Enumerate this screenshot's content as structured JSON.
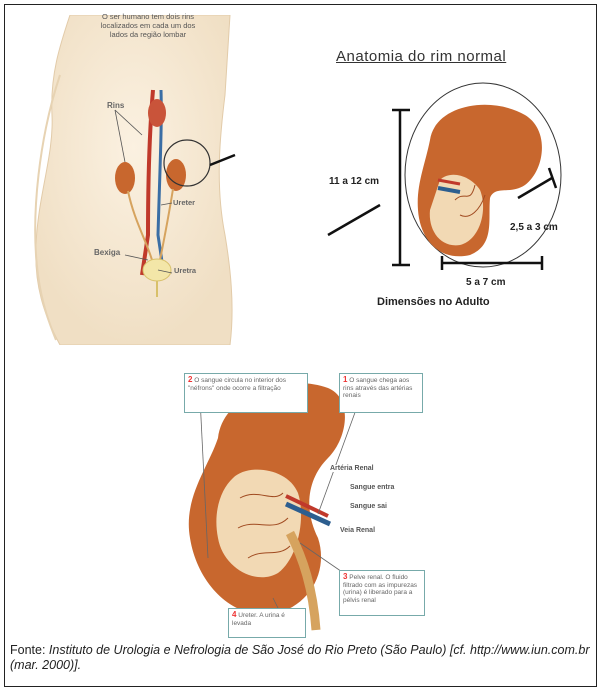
{
  "body_figure": {
    "note": "O ser humano tem dois rins localizados em cada um dos lados da região lombar",
    "labels": {
      "rins": "Rins",
      "ureter": "Ureter",
      "bexiga": "Bexiga",
      "uretra": "Uretra"
    }
  },
  "anatomy": {
    "title": "Anatomia do rim normal",
    "height": "11 a 12 cm",
    "thickness": "2,5 a 3 cm",
    "width": "5 a 7 cm",
    "caption": "Dimensões no Adulto"
  },
  "detail": {
    "box1": {
      "num": "1",
      "text": "O sangue chega aos rins através das artérias renais"
    },
    "box2": {
      "num": "2",
      "text": "O sangue circula no interior dos \"néfrons\" onde ocorre a filtração"
    },
    "box3": {
      "num": "3",
      "text": "Pelve renal. O fluido filtrado com as impurezas (urina) é liberado para a pélvis renal"
    },
    "box4": {
      "num": "4",
      "text": "Ureter. A urina é levada"
    },
    "tags": {
      "arteria": "Artéria Renal",
      "entra": "Sangue entra",
      "sai": "Sangue sai",
      "veia": "Veia Renal"
    }
  },
  "source": {
    "prefix": "Fonte: ",
    "text": "Instituto de Urologia e Nefrologia de São José do Rio Preto (São Paulo) [cf. http://www.iun.com.br (mar. 2000)]."
  },
  "colors": {
    "kidney": "#c8672e",
    "medulla": "#f2d9b4",
    "vessel_red": "#c0392b",
    "vessel_blue": "#3a6ea5"
  }
}
